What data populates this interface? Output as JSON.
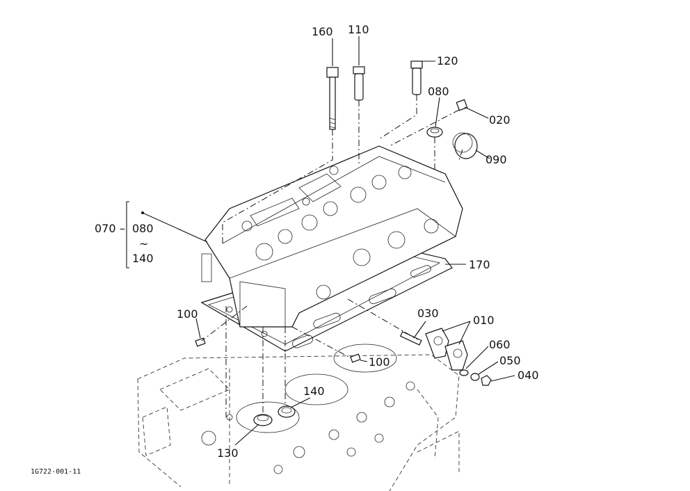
{
  "diagram": {
    "drawing_code": "1G722-001-11",
    "callouts": {
      "p160": "160",
      "p110": "110",
      "p120": "120",
      "p080_top": "080",
      "p020": "020",
      "p090": "090",
      "p070": "070",
      "p080_range_start": "080",
      "range_tilde": "~",
      "p140_range_end": "140",
      "p170": "170",
      "p100_left": "100",
      "p030": "030",
      "p010": "010",
      "p060": "060",
      "p100_right": "100",
      "p050": "050",
      "p040": "040",
      "p140": "140",
      "p130": "130"
    }
  }
}
